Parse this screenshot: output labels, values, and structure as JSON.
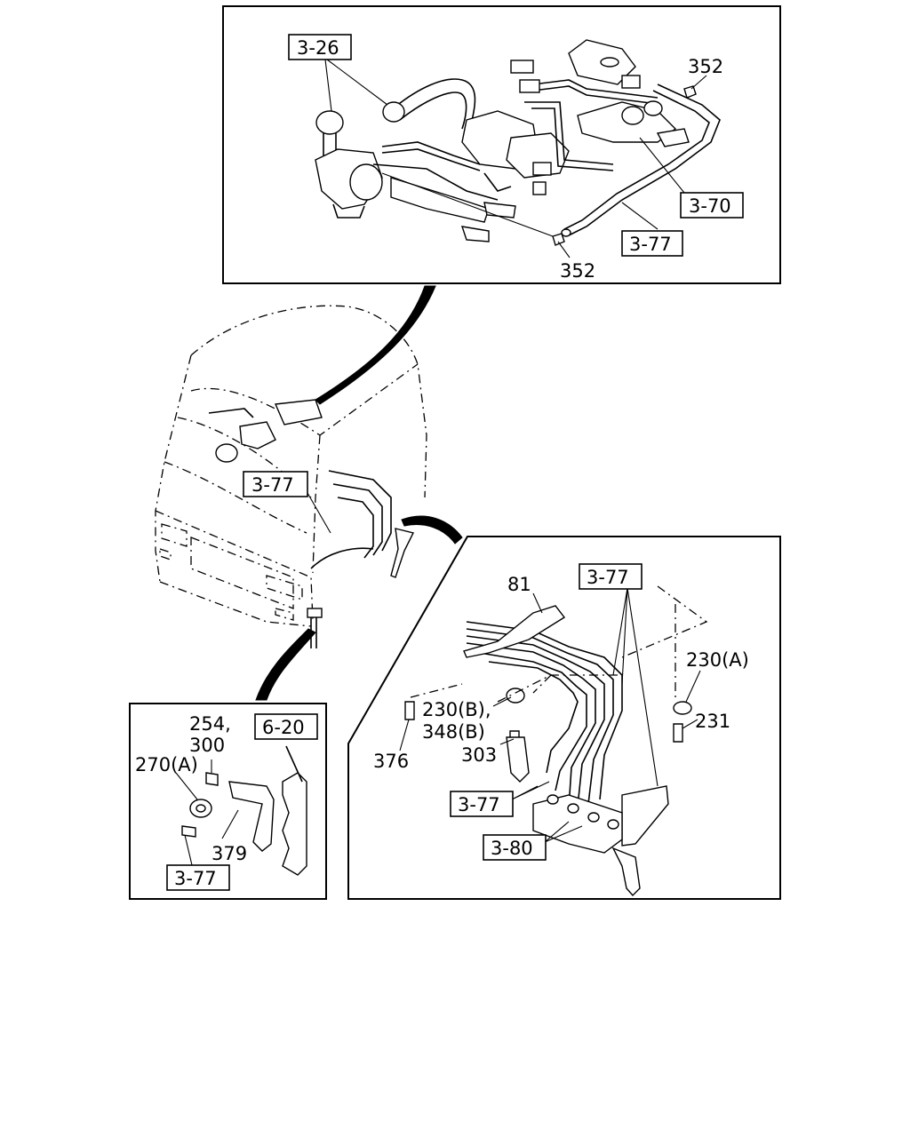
{
  "panels": {
    "top": {
      "ref_326": "3-26",
      "ref_370": "3-70",
      "ref_377": "3-77",
      "part_352_upper": "352",
      "part_352_lower": "352"
    },
    "cab": {
      "ref_377": "3-77"
    },
    "bottom_left": {
      "part_254": "254,",
      "part_300": "300",
      "part_270a": "270(A)",
      "part_379": "379",
      "ref_620": "6-20",
      "ref_377": "3-77"
    },
    "bottom_right": {
      "part_81": "81",
      "ref_377_top": "3-77",
      "part_230a": "230(A)",
      "part_231": "231",
      "part_230b": "230(B),",
      "part_348b": "348(B)",
      "part_303": "303",
      "part_376": "376",
      "ref_377_mid": "3-77",
      "ref_380": "3-80"
    }
  }
}
